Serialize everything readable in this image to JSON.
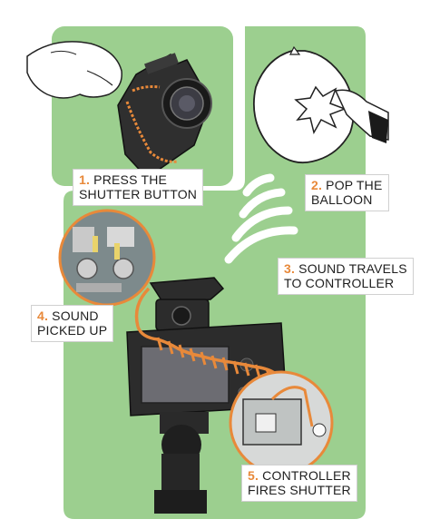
{
  "steps": [
    {
      "number": "1.",
      "line1": "PRESS THE",
      "line2": "SHUTTER BUTTON"
    },
    {
      "number": "2.",
      "line1": "POP THE",
      "line2": "BALLOON"
    },
    {
      "number": "3.",
      "line1": "SOUND TRAVELS",
      "line2": "TO CONTROLLER"
    },
    {
      "number": "4.",
      "line1": "SOUND",
      "line2": "PICKED UP"
    },
    {
      "number": "5.",
      "line1": "CONTROLLER",
      "line2": "FIRES SHUTTER"
    }
  ],
  "colors": {
    "panel_green": "#9ccf8f",
    "accent_orange": "#e8893a",
    "camera_dark": "#2c2c2c",
    "sound_wave": "#ffffff"
  },
  "icons": [
    "hand-icon",
    "camera-icon",
    "balloon-icon",
    "sound-wave-icon",
    "microphone-board-icon",
    "coiled-cable-icon",
    "controller-icon",
    "tripod-icon"
  ]
}
